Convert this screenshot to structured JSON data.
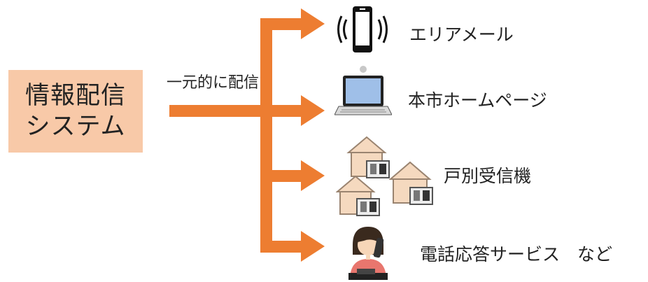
{
  "source": {
    "line1": "情報配信",
    "line2": "システム"
  },
  "caption": "一元的に配信",
  "arrow_color": "#ed7d31",
  "channels": [
    {
      "label": "エリアメール",
      "icon": "smartphone-icon"
    },
    {
      "label": "本市ホームページ",
      "icon": "laptop-icon"
    },
    {
      "label": "戸別受信機",
      "icon": "house-receiver-icon"
    },
    {
      "label": "電話応答サービス　など",
      "icon": "telephone-operator-icon"
    }
  ]
}
